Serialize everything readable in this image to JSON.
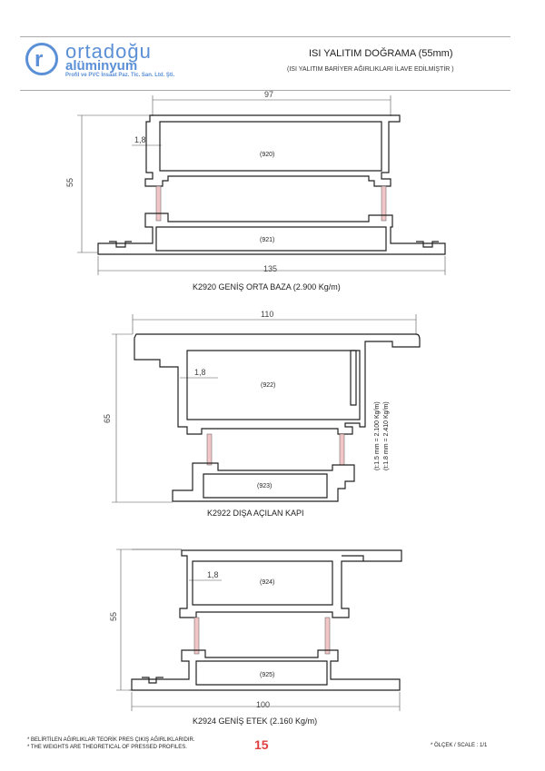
{
  "header": {
    "brand_name": "ortadoğu",
    "brand_sub": "alüminyum",
    "brand_tagline": "Profil ve PVC İnsaat Paz. Tic. San. Ltd. Şti.",
    "title": "ISI YALITIM DOĞRAMA (55mm)",
    "subtitle": "(ISI YALITIM BARİYER AĞIRLIKLARI İLAVE EDİLMİŞTİR )"
  },
  "profiles": [
    {
      "caption": "K2920  GENİŞ ORTA BAZA (2.900 Kg/m)",
      "width_top": "97",
      "width_bottom": "135",
      "height": "55",
      "wall": "1,8",
      "chambers": [
        "(920)",
        "(921)"
      ]
    },
    {
      "caption": "K2922   DIŞA AÇILAN KAPI",
      "width_top": "110",
      "height": "65",
      "wall": "1,8",
      "chambers": [
        "(922)",
        "(923)"
      ],
      "weights": [
        "(t:1.5 mm = 2.100 Kg/m)",
        "(t:1.8 mm = 2.410 Kg/m)"
      ]
    },
    {
      "caption": "K2924   GENİŞ ETEK (2.160 Kg/m)",
      "width_bottom": "100",
      "height": "55",
      "wall": "1,8",
      "chambers": [
        "(924)",
        "(925)"
      ]
    }
  ],
  "footer": {
    "note_tr": "* BELİRTİLEN AĞIRLIKLAR TEORİK PRES ÇIKIŞ AĞIRLIKLARIDIR.",
    "note_en": "* THE WEIGHTS ARE THEORETICAL OF PRESSED PROFILES.",
    "page_number": "15",
    "scale": "* ÖLÇEK / SCALE : 1/1"
  }
}
